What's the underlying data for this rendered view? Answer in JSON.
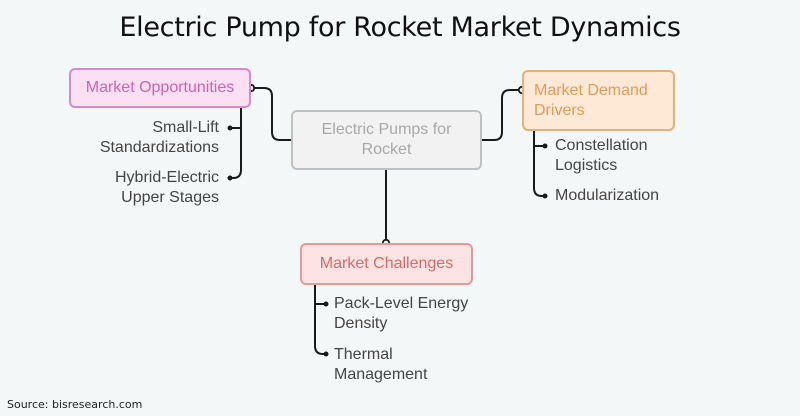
{
  "title": "Electric Pump for Rocket Market Dynamics",
  "center": {
    "label_line1": "Electric Pumps for",
    "label_line2": "Rocket"
  },
  "branches": {
    "opportunities": {
      "label": "Market Opportunities",
      "color": "#d261b0",
      "items": [
        {
          "line1": "Small-Lift",
          "line2": "Standardizations"
        },
        {
          "line1": "Hybrid-Electric",
          "line2": "Upper Stages"
        }
      ]
    },
    "drivers": {
      "label_line1": "Market Demand",
      "label_line2": "Drivers",
      "color": "#e59a56",
      "items": [
        {
          "line1": "Constellation",
          "line2": "Logistics"
        },
        {
          "line1": "Modularization",
          "line2": ""
        }
      ]
    },
    "challenges": {
      "label": "Market Challenges",
      "color": "#d86a6a",
      "items": [
        {
          "line1": "Pack-Level Energy",
          "line2": "Density"
        },
        {
          "line1": "Thermal",
          "line2": "Management"
        }
      ]
    }
  },
  "source": "Source: bisresearch.com"
}
